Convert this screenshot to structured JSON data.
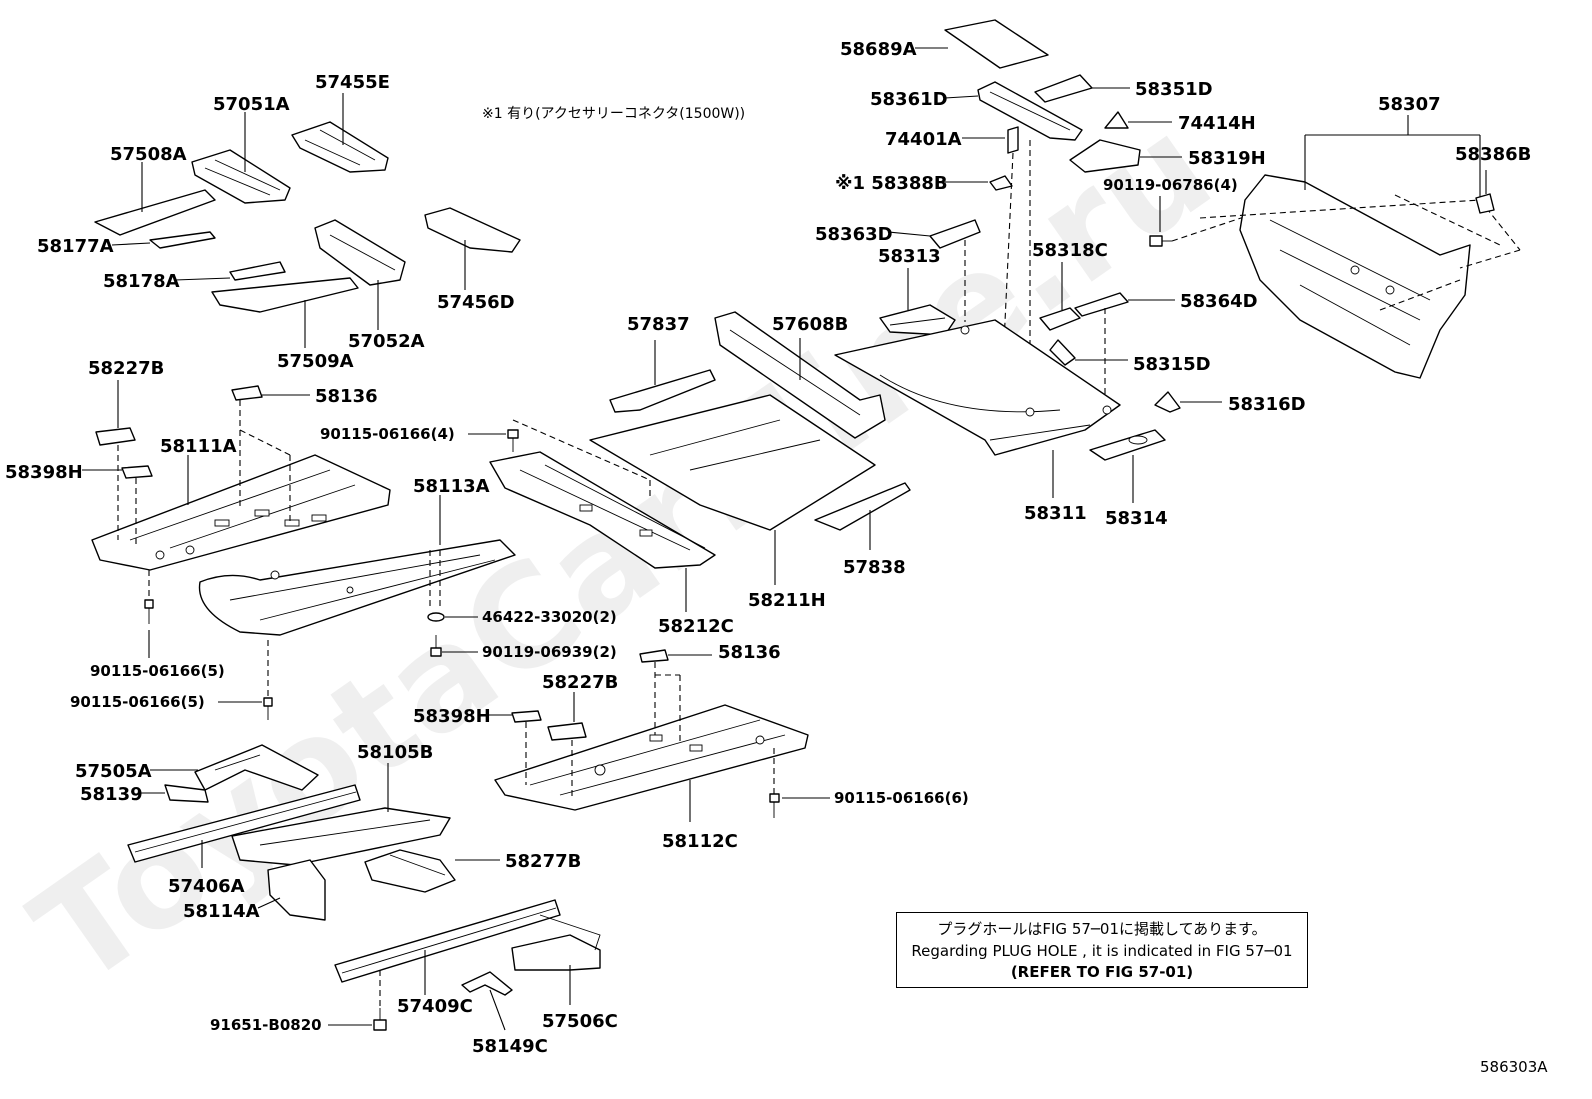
{
  "watermark": "ToyotaCarMine.ru",
  "figure_id": "586303A",
  "footnote": "※1 有り(アクセサリーコネクタ(1500W))",
  "note_box": {
    "line1": "プラグホールはFIG 57─01に掲載してあります。",
    "line2": "Regarding PLUG HOLE , it is indicated in FIG 57─01",
    "line3": "(REFER TO FIG 57-01)"
  },
  "labels": {
    "p57455E": "57455E",
    "p57051A": "57051A",
    "p57508A": "57508A",
    "p58177A": "58177A",
    "p58178A": "58178A",
    "p57456D": "57456D",
    "p57052A": "57052A",
    "p57509A": "57509A",
    "p58227B_1": "58227B",
    "p58136_1": "58136",
    "p58111A": "58111A",
    "p58398H_1": "58398H",
    "p90115_4": "90115-06166(4)",
    "p58113A": "58113A",
    "p46422": "46422-33020(2)",
    "p90119_2": "90119-06939(2)",
    "p90115_5a": "90115-06166(5)",
    "p90115_5b": "90115-06166(5)",
    "p57837": "57837",
    "p57608B": "57608B",
    "p58212C": "58212C",
    "p58211H": "58211H",
    "p57838": "57838",
    "p58136_2": "58136",
    "p58227B_2": "58227B",
    "p58398H_2": "58398H",
    "p58112C": "58112C",
    "p90115_6": "90115-06166(6)",
    "p57505A": "57505A",
    "p58139": "58139",
    "p58105B": "58105B",
    "p57406A": "57406A",
    "p58114A": "58114A",
    "p58277B": "58277B",
    "p57409C": "57409C",
    "p91651": "91651-B0820",
    "p58149C": "58149C",
    "p57506C": "57506C",
    "p58689A": "58689A",
    "p58361D": "58361D",
    "p58351D": "58351D",
    "p74401A": "74401A",
    "p74414H": "74414H",
    "p58319H": "58319H",
    "p58388B": "※1 58388B",
    "p90119_4": "90119-06786(4)",
    "p58307": "58307",
    "p58386B": "58386B",
    "p58363D": "58363D",
    "p58313": "58313",
    "p58318C": "58318C",
    "p58364D": "58364D",
    "p58315D": "58315D",
    "p58316D": "58316D",
    "p58311": "58311",
    "p58314": "58314"
  }
}
